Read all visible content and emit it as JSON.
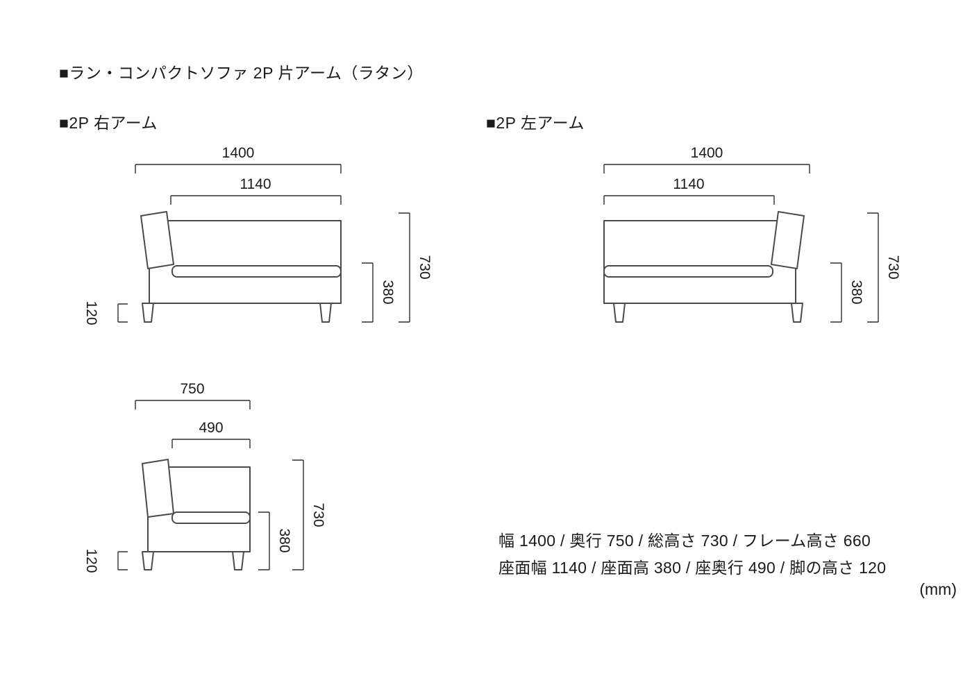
{
  "page": {
    "title": "■ラン・コンパクトソファ 2P 片アーム（ラタン）",
    "unit_note": "(mm)"
  },
  "sections": {
    "right_arm_label": "■2P 右アーム",
    "left_arm_label": "■2P 左アーム"
  },
  "dimensions": {
    "width_total": "1400",
    "seat_width": "1140",
    "height_total": "730",
    "seat_height": "380",
    "leg_height": "120",
    "depth_total": "750",
    "seat_depth": "490"
  },
  "summary": {
    "line1": "幅 1400 / 奥行 750 / 総高さ 730 / フレーム高さ 660",
    "line2": "座面幅 1140 / 座面高 380 / 座奥行 490 / 脚の高さ 120"
  }
}
